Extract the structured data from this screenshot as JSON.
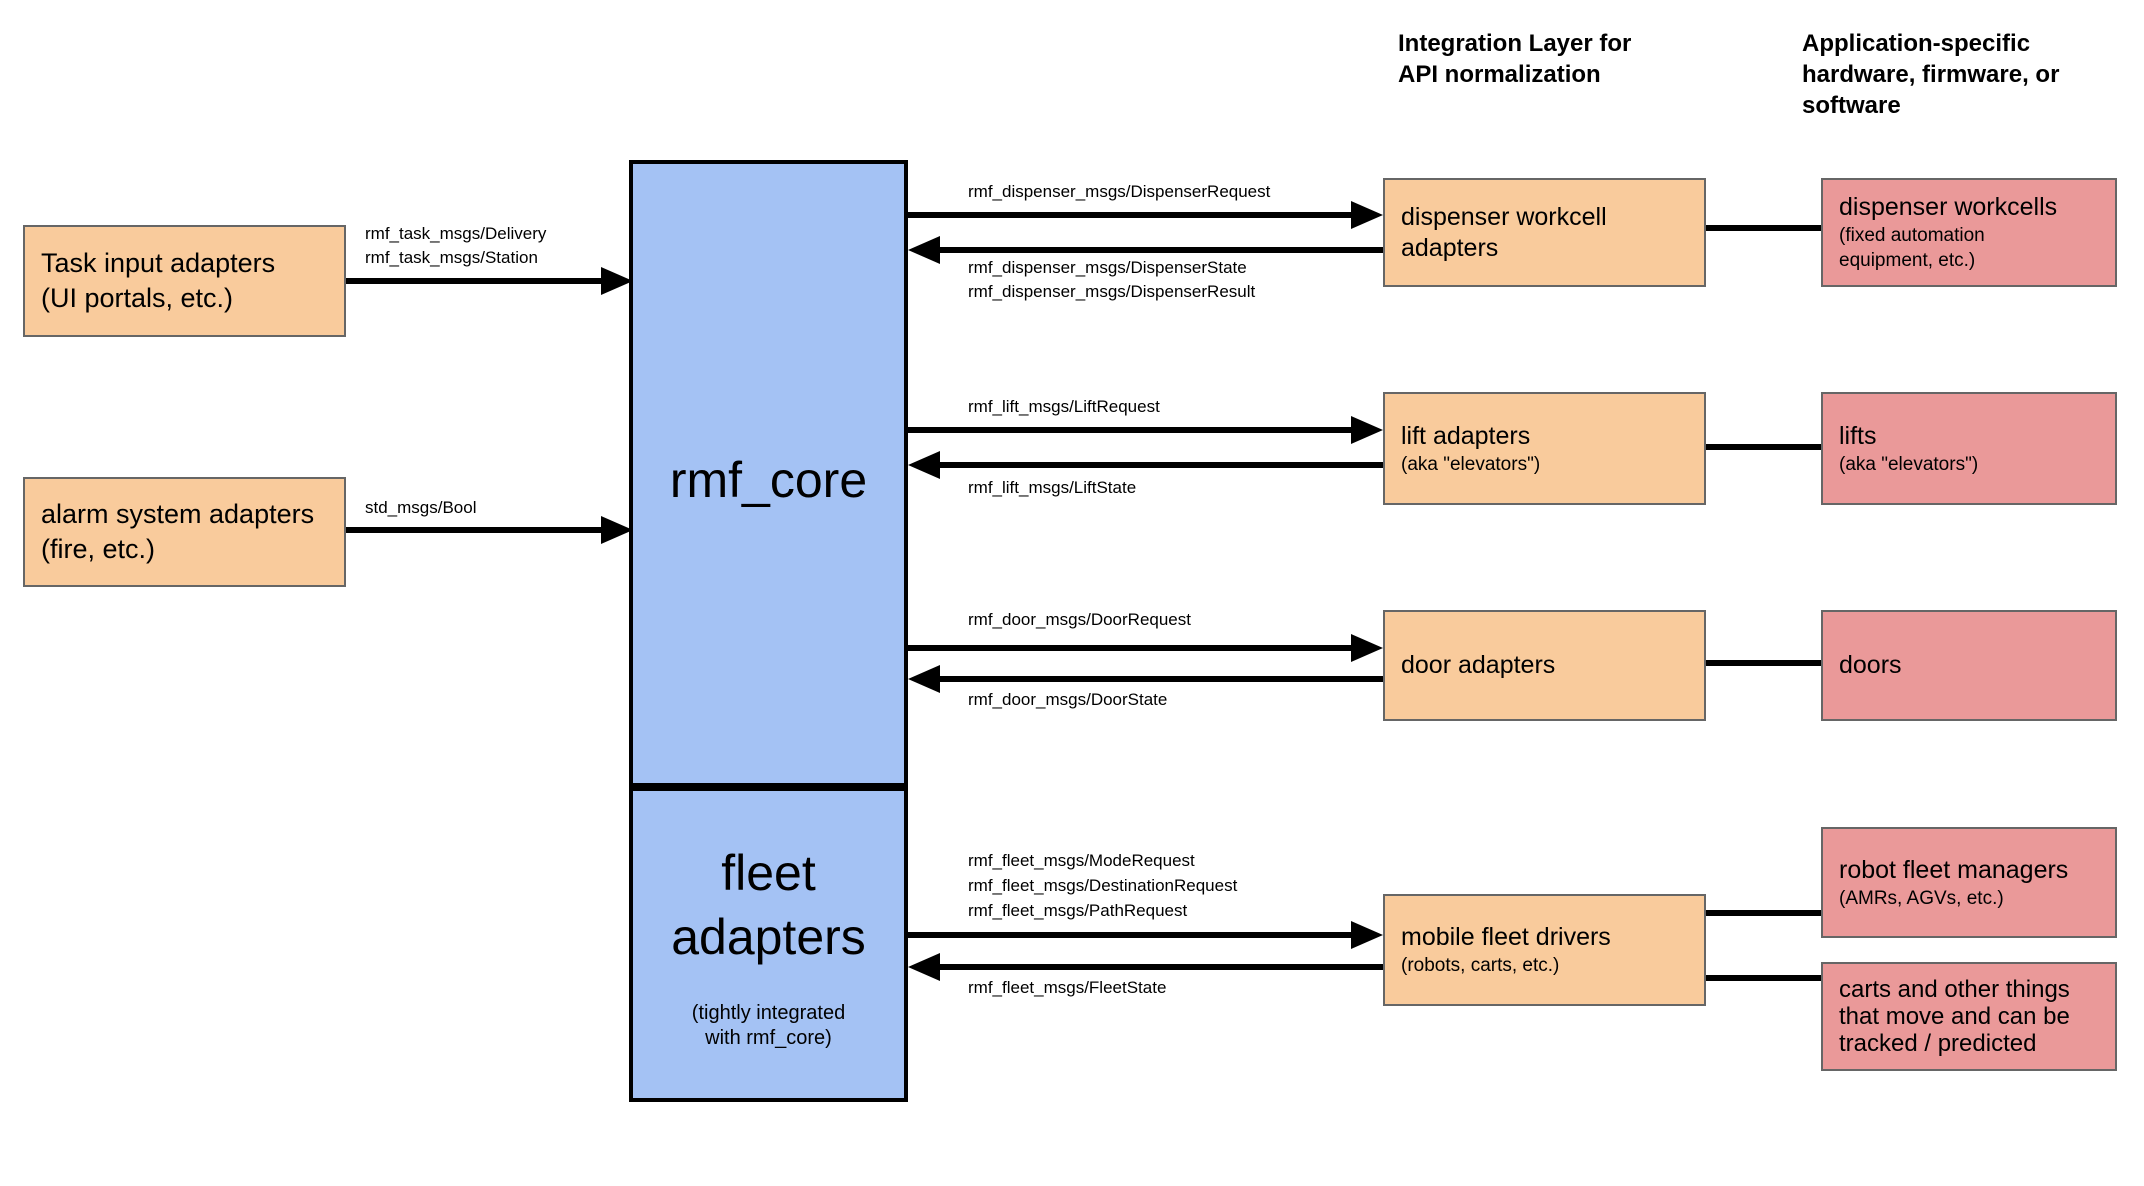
{
  "headers": {
    "integration": {
      "line1": "Integration Layer for",
      "line2": "API normalization"
    },
    "application": {
      "line1": "Application-specific",
      "line2": "hardware, firmware, or",
      "line3": "software"
    }
  },
  "core": {
    "rmf_core": "rmf_core",
    "fleet_line1": "fleet",
    "fleet_line2": "adapters",
    "fleet_note1": "(tightly integrated",
    "fleet_note2": "with rmf_core)"
  },
  "inputs": {
    "task": {
      "line1": "Task input adapters",
      "line2": "(UI portals, etc.)",
      "msg1": "rmf_task_msgs/Delivery",
      "msg2": "rmf_task_msgs/Station"
    },
    "alarm": {
      "line1": "alarm system adapters",
      "line2": "(fire, etc.)",
      "msg1": "std_msgs/Bool"
    }
  },
  "rows": {
    "dispenser": {
      "request1": "rmf_dispenser_msgs/DispenserRequest",
      "state1": "rmf_dispenser_msgs/DispenserState",
      "state2": "rmf_dispenser_msgs/DispenserResult",
      "adapter1": "dispenser workcell",
      "adapter2": "adapters",
      "hw1": "dispenser workcells",
      "hw2": "(fixed automation",
      "hw3": "equipment, etc.)"
    },
    "lift": {
      "request1": "rmf_lift_msgs/LiftRequest",
      "state1": "rmf_lift_msgs/LiftState",
      "adapter1": "lift adapters",
      "adapter2": "(aka \"elevators\")",
      "hw1": "lifts",
      "hw2": "(aka \"elevators\")"
    },
    "door": {
      "request1": "rmf_door_msgs/DoorRequest",
      "state1": "rmf_door_msgs/DoorState",
      "adapter1": "door adapters",
      "hw1": "doors"
    },
    "fleet": {
      "request1": "rmf_fleet_msgs/ModeRequest",
      "request2": "rmf_fleet_msgs/DestinationRequest",
      "request3": "rmf_fleet_msgs/PathRequest",
      "state1": "rmf_fleet_msgs/FleetState",
      "adapter1": "mobile fleet drivers",
      "adapter2": "(robots, carts, etc.)",
      "hw1": "robot fleet managers",
      "hw2": "(AMRs, AGVs, etc.)",
      "carts1": "carts and other things",
      "carts2": "that move and can be",
      "carts3": "tracked / predicted"
    }
  },
  "colors": {
    "core_fill": "#a4c2f4",
    "adapter_fill": "#f9cb9c",
    "hardware_fill": "#ea9999",
    "box_border": "#666666",
    "core_border": "#000000",
    "arrow": "#000000"
  }
}
